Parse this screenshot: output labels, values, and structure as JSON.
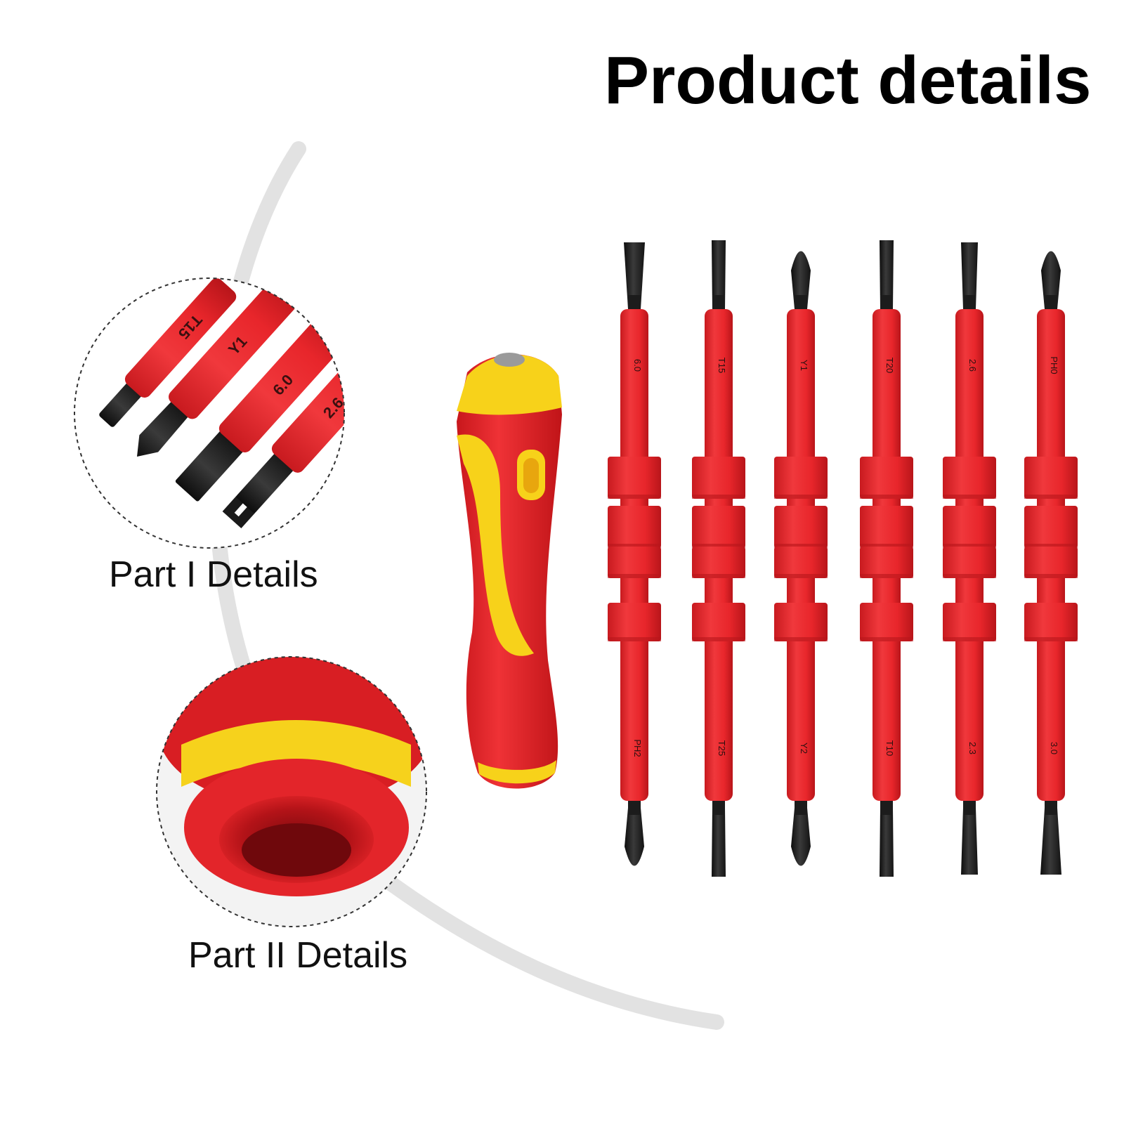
{
  "title": "Product details",
  "details": {
    "part1_label": "Part I Details",
    "part2_label": "Part II Details"
  },
  "zoom_bits": [
    "T15",
    "Y1",
    "6.0",
    "2.6"
  ],
  "bits": [
    {
      "top": "6.0",
      "bottom": "PH2",
      "top_tip": "slotted",
      "bottom_tip": "phillips"
    },
    {
      "top": "T15",
      "bottom": "T25",
      "top_tip": "torx",
      "bottom_tip": "torx"
    },
    {
      "top": "Y1",
      "bottom": "Y2",
      "top_tip": "tri-wing",
      "bottom_tip": "tri-wing"
    },
    {
      "top": "T20",
      "bottom": "T10",
      "top_tip": "torx",
      "bottom_tip": "torx"
    },
    {
      "top": "2.6",
      "bottom": "2.3",
      "top_tip": "slotted-fork",
      "bottom_tip": "slotted-fork"
    },
    {
      "top": "PH0",
      "bottom": "3.0",
      "top_tip": "phillips",
      "bottom_tip": "slotted"
    }
  ],
  "colors": {
    "insulation_red": "#e8262b",
    "insulation_shade": "#c81a1f",
    "handle_yellow": "#f7d21a",
    "tip_black": "#1c1c1c"
  }
}
